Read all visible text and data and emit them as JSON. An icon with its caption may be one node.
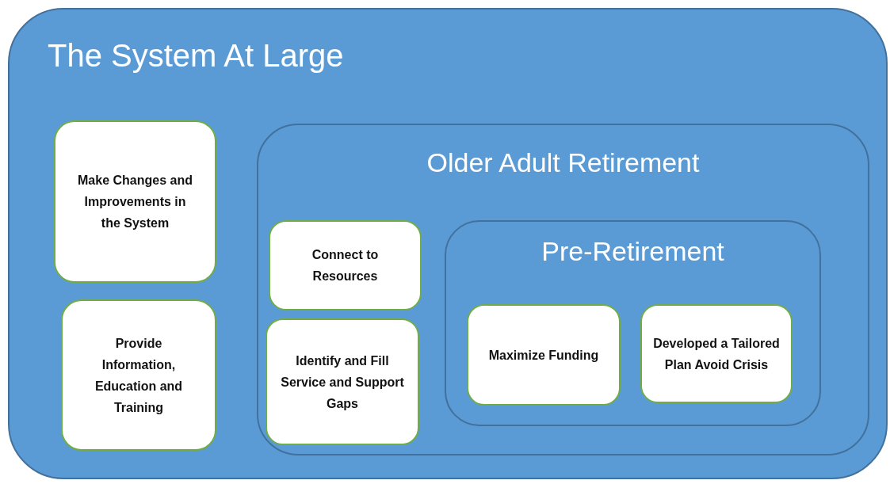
{
  "diagram": {
    "nodes": [
      {
        "text": [
          "The System At Large"
        ]
      },
      {
        "text": [
          "Make Changes and Improvements in the System"
        ],
        "in": 0
      },
      {
        "text": [
          "Provide Information, Education and Training"
        ],
        "in": 0
      },
      {
        "text": [
          "Older Adult Retirement"
        ],
        "in": 0
      },
      {
        "text": [
          "Connect to Resources"
        ],
        "in": 3
      },
      {
        "text": [
          "Identify and Fill Service and Support Gaps"
        ],
        "in": 3
      },
      {
        "text": [
          "Pre-Retirement"
        ],
        "in": 3
      },
      {
        "text": [
          "Maximize Funding"
        ],
        "in": 6
      },
      {
        "text": [
          "Developed a Tailored Plan Avoid Crisis"
        ],
        "in": 6
      }
    ]
  }
}
